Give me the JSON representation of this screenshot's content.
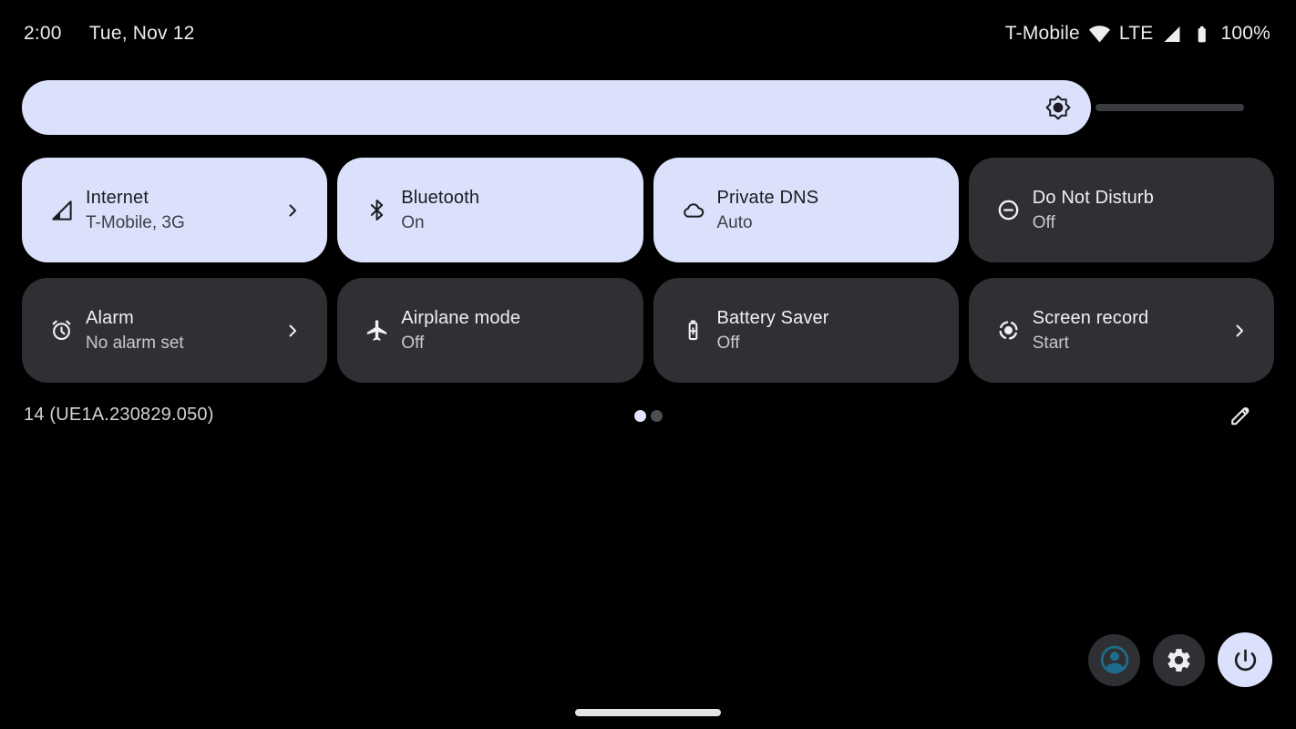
{
  "status_bar": {
    "time": "2:00",
    "date": "Tue, Nov 12",
    "carrier": "T-Mobile",
    "network_type": "LTE",
    "battery_percent": "100%"
  },
  "brightness_slider": {
    "level": "high",
    "icon": "brightness-icon"
  },
  "tiles": [
    {
      "title": "Internet",
      "subtitle": "T-Mobile, 3G",
      "icon": "mobile-signal-icon",
      "state": "active",
      "has_chevron": true
    },
    {
      "title": "Bluetooth",
      "subtitle": "On",
      "icon": "bluetooth-icon",
      "state": "active",
      "has_chevron": false
    },
    {
      "title": "Private DNS",
      "subtitle": "Auto",
      "icon": "cloud-icon",
      "state": "active",
      "has_chevron": false
    },
    {
      "title": "Do Not Disturb",
      "subtitle": "Off",
      "icon": "do-not-disturb-icon",
      "state": "inactive",
      "has_chevron": false
    },
    {
      "title": "Alarm",
      "subtitle": "No alarm set",
      "icon": "alarm-clock-icon",
      "state": "inactive",
      "has_chevron": true
    },
    {
      "title": "Airplane mode",
      "subtitle": "Off",
      "icon": "airplane-icon",
      "state": "inactive",
      "has_chevron": false
    },
    {
      "title": "Battery Saver",
      "subtitle": "Off",
      "icon": "battery-plus-icon",
      "state": "inactive",
      "has_chevron": false
    },
    {
      "title": "Screen record",
      "subtitle": "Start",
      "icon": "record-circle-icon",
      "state": "inactive",
      "has_chevron": true
    }
  ],
  "footer": {
    "build_number": "14 (UE1A.230829.050)",
    "pages": 2,
    "active_page": 1
  },
  "colors": {
    "accent_lavender": "#dbe1fb",
    "tile_inactive_bg": "#2f3034",
    "avatar_teal": "#1d6d8c",
    "background": "#000000"
  }
}
